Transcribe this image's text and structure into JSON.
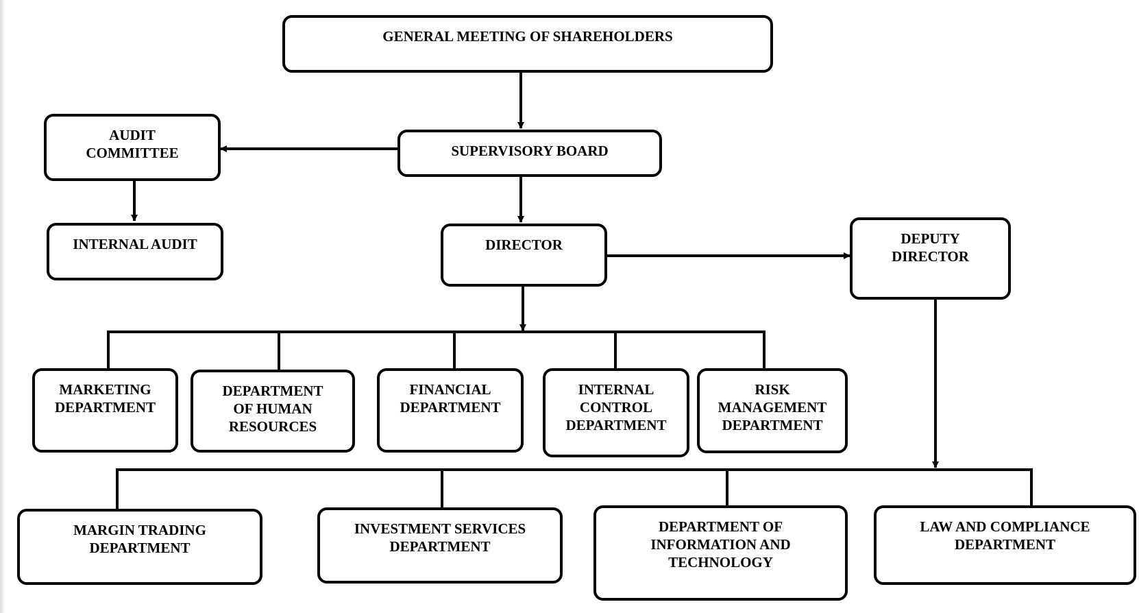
{
  "chart": {
    "colors": {
      "line": "#000000",
      "box_border": "#000000",
      "box_fill": "#ffffff",
      "text": "#000000"
    },
    "nodes": {
      "gms": "GENERAL MEETING OF SHAREHOLDERS",
      "supervisory_board": "SUPERVISORY BOARD",
      "audit_committee": "AUDIT\nCOMMITTEE",
      "internal_audit": "INTERNAL AUDIT",
      "director": "DIRECTOR",
      "deputy_director": "DEPUTY\nDIRECTOR",
      "marketing": "MARKETING\nDEPARTMENT",
      "human_resources": "DEPARTMENT\nOF HUMAN\nRESOURCES",
      "financial": "FINANCIAL\nDEPARTMENT",
      "internal_control": "INTERNAL\nCONTROL\nDEPARTMENT",
      "risk_management": "RISK\nMANAGEMENT\nDEPARTMENT",
      "margin_trading": "MARGIN TRADING\nDEPARTMENT",
      "investment_services": "INVESTMENT SERVICES\nDEPARTMENT",
      "info_technology": "DEPARTMENT OF\nINFORMATION AND\nTECHNOLOGY",
      "law_compliance": "LAW AND COMPLIANCE\nDEPARTMENT"
    }
  }
}
